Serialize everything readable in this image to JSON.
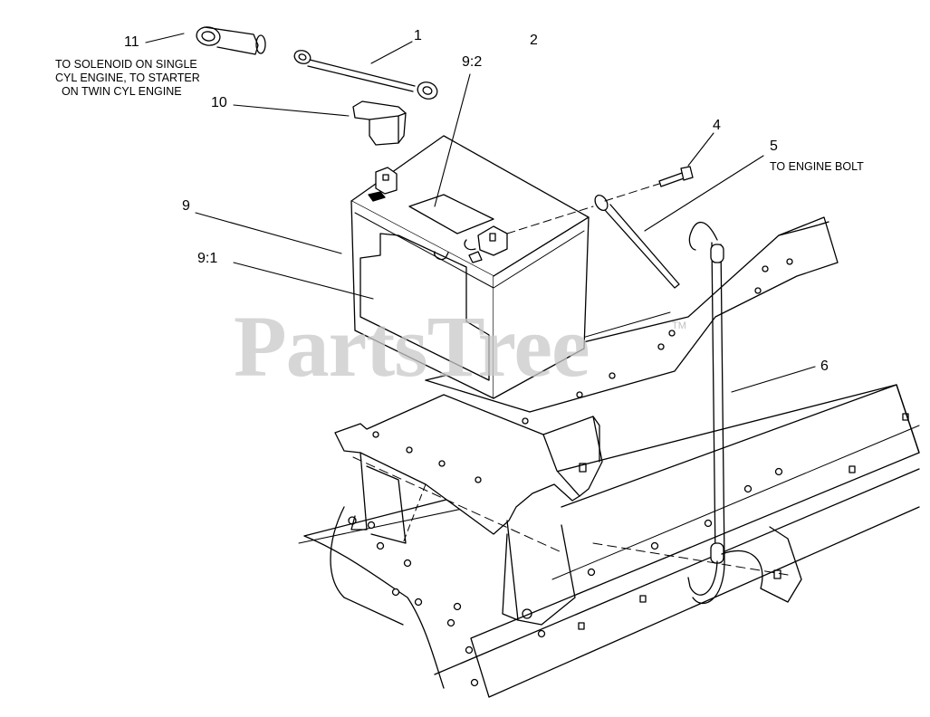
{
  "diagram": {
    "callouts": [
      {
        "id": "1",
        "text": "1"
      },
      {
        "id": "2",
        "text": "2"
      },
      {
        "id": "4",
        "text": "4"
      },
      {
        "id": "5",
        "text": "5"
      },
      {
        "id": "6",
        "text": "6"
      },
      {
        "id": "9",
        "text": "9"
      },
      {
        "id": "9_1",
        "text": "9:1"
      },
      {
        "id": "9_2",
        "text": "9:2"
      },
      {
        "id": "10",
        "text": "10"
      },
      {
        "id": "11",
        "text": "11"
      }
    ],
    "notes": {
      "solenoid": "TO SOLENOID ON SINGLE\nCYL ENGINE, TO STARTER\n  ON TWIN CYL ENGINE",
      "engine_bolt": "TO ENGINE BOLT"
    }
  },
  "watermark": {
    "text": "PartsTree",
    "trademark": "TM"
  }
}
